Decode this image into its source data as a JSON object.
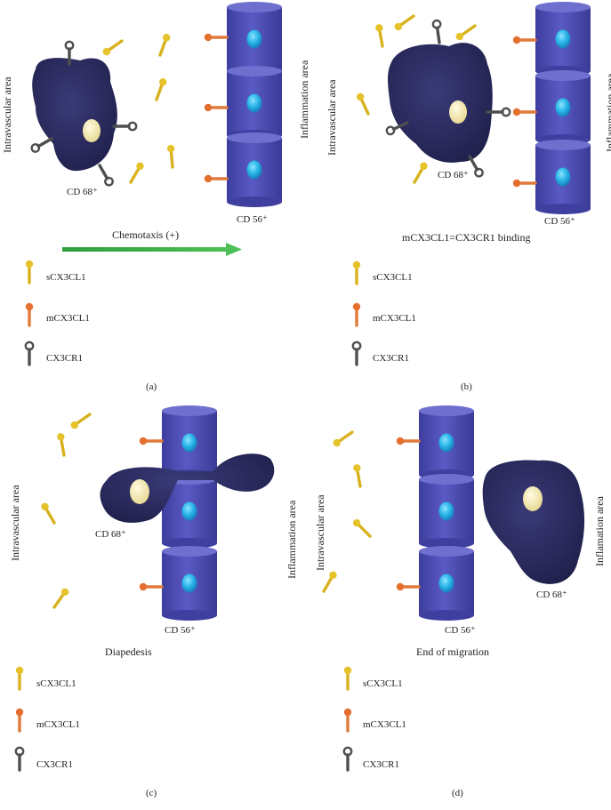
{
  "panels": {
    "a": {
      "tag": "(a)",
      "left_area": "Intravascular area",
      "right_area": "Inflammation area",
      "macrophage_label": "CD 68⁺",
      "nk_label": "CD 56⁺",
      "process": "Chemotaxis (+)"
    },
    "b": {
      "tag": "(b)",
      "left_area": "Intravascular area",
      "right_area": "Inflammation area",
      "macrophage_label": "CD 68⁺",
      "nk_label": "CD 56⁺",
      "process": "mCX3CL1=CX3CR1 binding"
    },
    "c": {
      "tag": "(c)",
      "left_area": "Intravascular area",
      "right_area": "Inflammation area",
      "macrophage_label": "CD 68⁺",
      "nk_label": "CD 56⁺",
      "process": "Diapedesis"
    },
    "d": {
      "tag": "(d)",
      "left_area": "Intravascular area",
      "right_area": "Inflamation area",
      "macrophage_label": "CD 68⁺",
      "nk_label": "CD 56⁺",
      "process": "End of migration"
    }
  },
  "legend": {
    "s": "sCX3CL1",
    "m": "mCX3CL1",
    "r": "CX3CR1"
  },
  "colors": {
    "macrophage": "#2a2a5e",
    "nucleus": "#f1e6a6",
    "cylinder": "#5252b8",
    "cylinder_top": "#7a7ad6",
    "nk_nucleus": "#29b6e8",
    "sCX3CL1": "#e6c22a",
    "mCX3CL1": "#e07a3a",
    "CX3CR1": "#555555",
    "arrow": "#3fb64a"
  }
}
